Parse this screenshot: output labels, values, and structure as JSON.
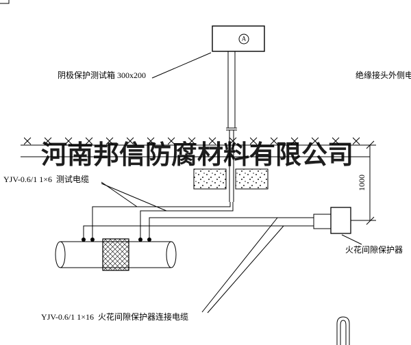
{
  "drawing": {
    "watermark": "河南邦信防腐材料有限公司",
    "ammeter_symbol": "A",
    "labels": {
      "test_box": "阴极保护测试箱 300x200",
      "insulation_joint_cable": "绝缘接头外侧电缆",
      "test_cable": "YJV-0.6/1 1×6  测试电缆",
      "spark_gap_protector": "火花间隙保护器",
      "connection_cable": "YJV-0.6/1 1×16  火花间隙保护器连接电缆",
      "dimension_1000": "1000"
    },
    "colors": {
      "line": "#000000",
      "background": "#ffffff"
    }
  }
}
